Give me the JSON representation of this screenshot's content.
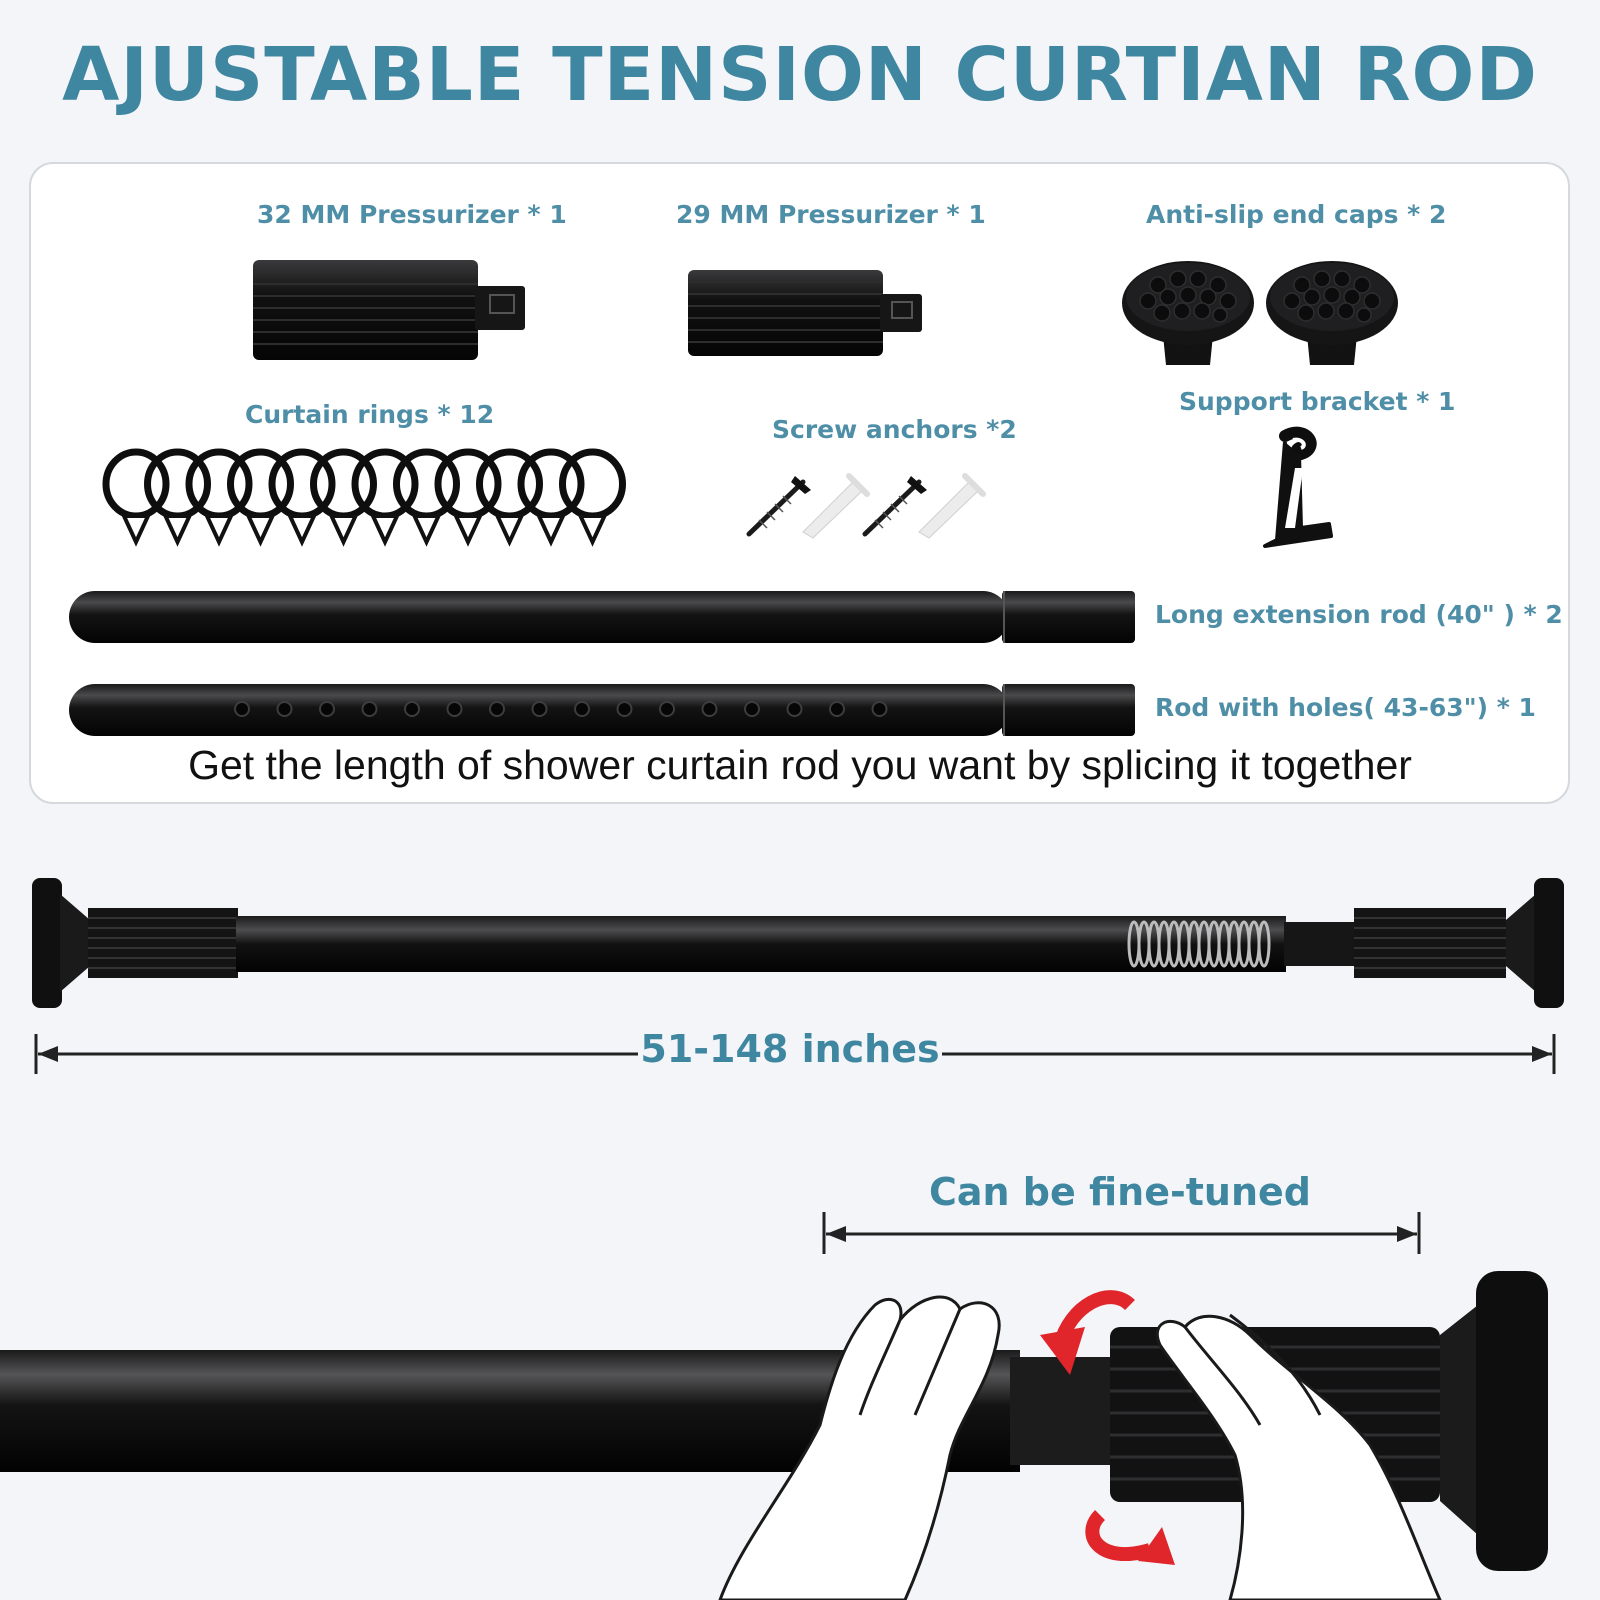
{
  "title": "AJUSTABLE TENSION CURTIAN ROD",
  "parts": {
    "pressurizer_32": "32 MM Pressurizer * 1",
    "pressurizer_29": "29 MM Pressurizer * 1",
    "end_caps": "Anti-slip end caps * 2",
    "curtain_rings": "Curtain rings * 12",
    "screw_anchors": "Screw anchors *2",
    "support_bracket": "Support bracket * 1",
    "long_rod": "Long extension rod (40\" ) * 2",
    "rod_holes": "Rod with holes( 43-63\") * 1"
  },
  "caption": "Get the length of shower curtain rod you want by splicing it together",
  "length_range": "51-148 inches",
  "fine_tune": "Can be fine-tuned",
  "colors": {
    "title": "#3f86a0",
    "label": "#4f8ea7",
    "rod": "#0f0f10",
    "arrow": "#e0262a",
    "background": "#f3f5f9"
  }
}
